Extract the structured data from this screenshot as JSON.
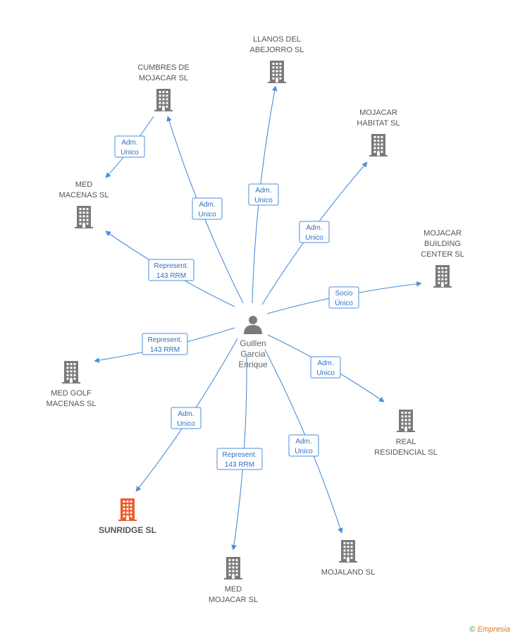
{
  "person": {
    "lines": [
      "Guillen",
      "Garcia",
      "Enrique"
    ]
  },
  "companies": [
    {
      "id": "llanos",
      "lines": [
        "LLANOS DEL",
        "ABEJORRO SL"
      ]
    },
    {
      "id": "cumbres",
      "lines": [
        "CUMBRES DE",
        "MOJACAR SL"
      ]
    },
    {
      "id": "habitat",
      "lines": [
        "MOJACAR",
        "HABITAT SL"
      ]
    },
    {
      "id": "macenas",
      "lines": [
        "MED",
        "MACENAS SL"
      ]
    },
    {
      "id": "building",
      "lines": [
        "MOJACAR",
        "BUILDING",
        "CENTER  SL"
      ]
    },
    {
      "id": "golf",
      "lines": [
        "MED GOLF",
        "MACENAS SL"
      ]
    },
    {
      "id": "real",
      "lines": [
        "REAL",
        "RESIDENCIAL SL"
      ]
    },
    {
      "id": "sunridge",
      "lines": [
        "SUNRIDGE SL"
      ],
      "highlight": true
    },
    {
      "id": "medmojacar",
      "lines": [
        "MED",
        "MOJACAR SL"
      ]
    },
    {
      "id": "mojaland",
      "lines": [
        "MOJALAND SL"
      ]
    }
  ],
  "edges": [
    {
      "id": "cumbres-macenas",
      "lines": [
        "Adm.",
        "Unico"
      ]
    },
    {
      "id": "p-cumbres",
      "lines": [
        "Adm.",
        "Unico"
      ]
    },
    {
      "id": "p-llanos",
      "lines": [
        "Adm.",
        "Unico"
      ]
    },
    {
      "id": "p-habitat",
      "lines": [
        "Adm.",
        "Unico"
      ]
    },
    {
      "id": "p-macenas",
      "lines": [
        "Represent.",
        "143 RRM"
      ]
    },
    {
      "id": "p-building",
      "lines": [
        "Socio",
        "Único"
      ]
    },
    {
      "id": "p-golf",
      "lines": [
        "Represent.",
        "143 RRM"
      ]
    },
    {
      "id": "p-real",
      "lines": [
        "Adm.",
        "Unico"
      ]
    },
    {
      "id": "p-sunridge",
      "lines": [
        "Adm.",
        "Unico"
      ]
    },
    {
      "id": "p-medmojacar",
      "lines": [
        "Represent.",
        "143 RRM"
      ]
    },
    {
      "id": "p-mojaland",
      "lines": [
        "Adm.",
        "Unico"
      ]
    }
  ],
  "colors": {
    "edge": "#4a8fdc",
    "building": "#7a7a7a",
    "highlight": "#ef5a2a"
  },
  "footer": {
    "copyright": "©",
    "brand": "mpresia",
    "brand_initial": "E"
  }
}
